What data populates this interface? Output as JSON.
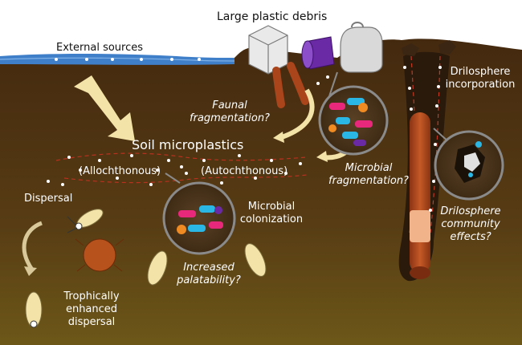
{
  "labels": {
    "large_plastic_debris": "Large plastic debris",
    "external_sources": "External sources",
    "faunal_fragmentation_1": "Faunal",
    "faunal_fragmentation_2": "fragmentation?",
    "soil_microplastics": "Soil microplastics",
    "allochthonous": "(Allochthonous)",
    "autochthonous": "(Autochthonous)",
    "microbial_fragmentation_1": "Microbial",
    "microbial_fragmentation_2": "fragmentation?",
    "drilosphere_incorporation_1": "Drilosphere",
    "drilosphere_incorporation_2": "incorporation",
    "dispersal": "Dispersal",
    "microbial_colonization_1": "Microbial",
    "microbial_colonization_2": "colonization",
    "drilosphere_community_1": "Drilosphere",
    "drilosphere_community_2": "community",
    "drilosphere_community_3": "effects?",
    "increased_palatability_1": "Increased",
    "increased_palatability_2": "palatability?",
    "trophic_dispersal_1": "Trophically",
    "trophic_dispersal_2": "enhanced",
    "trophic_dispersal_3": "dispersal"
  },
  "colors": {
    "sky": "#ffffff",
    "soil_top": "#4a2f12",
    "soil_bottom": "#6b5416",
    "water": "#3f7fc9",
    "arrow": "#f3e3a8",
    "magnifier_ring": "#8a8a8a",
    "earthworm": "#a9441b",
    "plastic_pink": "#e8287a",
    "plastic_cyan": "#2bb7e6",
    "plastic_orange": "#f08a22",
    "plastic_purple": "#6a2aa6"
  }
}
